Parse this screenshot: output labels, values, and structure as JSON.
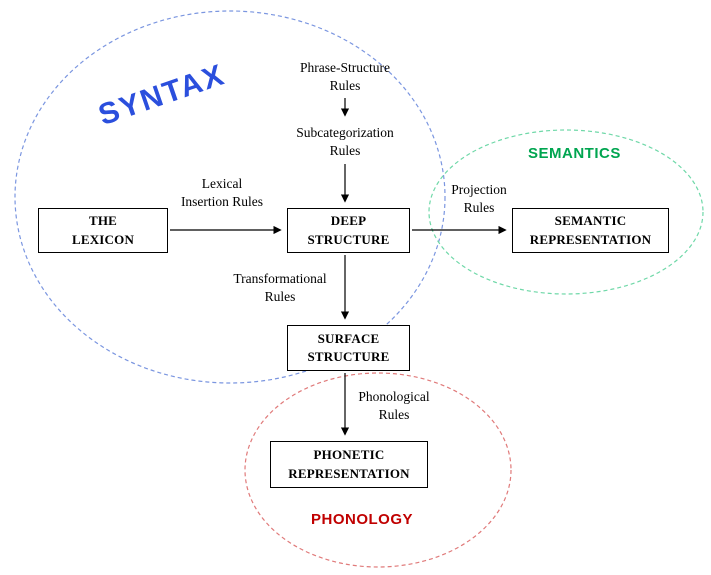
{
  "regions": {
    "syntax": {
      "label": "SYNTAX",
      "label_color": "#2b4fdd",
      "ellipse_color": "#7b96e0"
    },
    "semantics": {
      "label": "SEMANTICS",
      "label_color": "#00a550",
      "ellipse_color": "#6fd8a8"
    },
    "phonology": {
      "label": "PHONOLOGY",
      "label_color": "#c00000",
      "ellipse_color": "#e07a7a"
    }
  },
  "boxes": {
    "lexicon": {
      "lines": [
        "THE",
        "LEXICON"
      ]
    },
    "deep_structure": {
      "lines": [
        "DEEP",
        "STRUCTURE"
      ]
    },
    "semantic_representation": {
      "lines": [
        "SEMANTIC",
        "REPRESENTATION"
      ]
    },
    "surface_structure": {
      "lines": [
        "SURFACE",
        "STRUCTURE"
      ]
    },
    "phonetic_representation": {
      "lines": [
        "PHONETIC",
        "REPRESENTATION"
      ]
    }
  },
  "rule_labels": {
    "phrase_structure": {
      "lines": [
        "Phrase-Structure",
        "Rules"
      ]
    },
    "subcategorization": {
      "lines": [
        "Subcategorization",
        "Rules"
      ]
    },
    "lexical_insertion": {
      "lines": [
        "Lexical",
        "Insertion  Rules"
      ]
    },
    "projection": {
      "lines": [
        "Projection",
        "Rules"
      ]
    },
    "transformational": {
      "lines": [
        "Transformational",
        "Rules"
      ]
    },
    "phonological": {
      "lines": [
        "Phonological",
        "Rules"
      ]
    }
  },
  "arrows": [
    {
      "from": "phrase-structure-rules",
      "to": "subcategorization-rules"
    },
    {
      "from": "subcategorization-rules",
      "to": "deep-structure"
    },
    {
      "from": "the-lexicon",
      "to": "deep-structure"
    },
    {
      "from": "deep-structure",
      "to": "semantic-representation"
    },
    {
      "from": "deep-structure",
      "to": "surface-structure"
    },
    {
      "from": "surface-structure",
      "to": "phonetic-representation"
    }
  ]
}
